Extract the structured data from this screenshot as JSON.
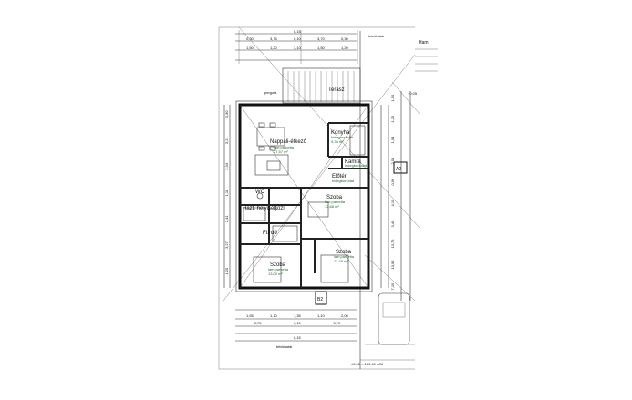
{
  "rooms": [
    {
      "id": "nappali",
      "name": "Nappali-étkező",
      "sub": "lam.parketta",
      "area": "27,57 m²"
    },
    {
      "id": "konyha",
      "name": "Konyha",
      "sub": "hidegburkolat",
      "area": "9,33 m²"
    },
    {
      "id": "kamra",
      "name": "Kamra",
      "sub": "hidegburkolat",
      "area": ""
    },
    {
      "id": "eloter",
      "name": "Előtér",
      "sub": "hidegburkolat",
      "area": ""
    },
    {
      "id": "wc",
      "name": "WC",
      "sub": "",
      "area": ""
    },
    {
      "id": "haztartasi",
      "name": "Házt. helyiség",
      "sub": "",
      "area": ""
    },
    {
      "id": "kozl",
      "name": "Közl.",
      "sub": "",
      "area": ""
    },
    {
      "id": "furdo",
      "name": "Fürdő",
      "sub": "",
      "area": ""
    },
    {
      "id": "szoba1",
      "name": "Szoba",
      "sub": "lam.parketta",
      "area": "12,68 m²"
    },
    {
      "id": "szoba2",
      "name": "Szoba",
      "sub": "lam.parketta",
      "area": "12,79 m²"
    },
    {
      "id": "szoba3",
      "name": "Szoba",
      "sub": "lam.parketta",
      "area": "13,00 m²"
    },
    {
      "id": "terasz",
      "name": "Terasz",
      "sub": "",
      "area": ""
    }
  ],
  "labels": {
    "telekhatar": "telekhatár",
    "a2": "A2",
    "b2": "B2",
    "pergola": "pergola",
    "ham": "Ham",
    "level": "±0,00 = 169,40 mBf",
    "elevation_right": "+0,05"
  },
  "dims_top_row1": [
    "0,30",
    "3,75",
    "0,10",
    "3,70",
    "0,30"
  ],
  "dims_top_row2": [
    "1,50",
    "1,20",
    "3,10",
    "1,50",
    "1,20"
  ],
  "dims_bottom_row1": [
    "1,55",
    "1,10",
    "1,35",
    "1,10",
    "2,00"
  ],
  "dims_bottom_row2": [
    "3,75",
    "0,10",
    "3,70"
  ],
  "dims_bottom_row3": [
    "8,15"
  ],
  "dims_right": [
    "1,50",
    "1,25",
    "1,04",
    "2,51",
    "0,96",
    "4,15",
    "3,40",
    "13,75",
    "13,95",
    "7,15"
  ],
  "dims_left": [
    "0,30",
    "3,21",
    "2,34",
    "1,18",
    "2,41",
    "3,27",
    "1,20"
  ],
  "dims_top_total": "8,15"
}
